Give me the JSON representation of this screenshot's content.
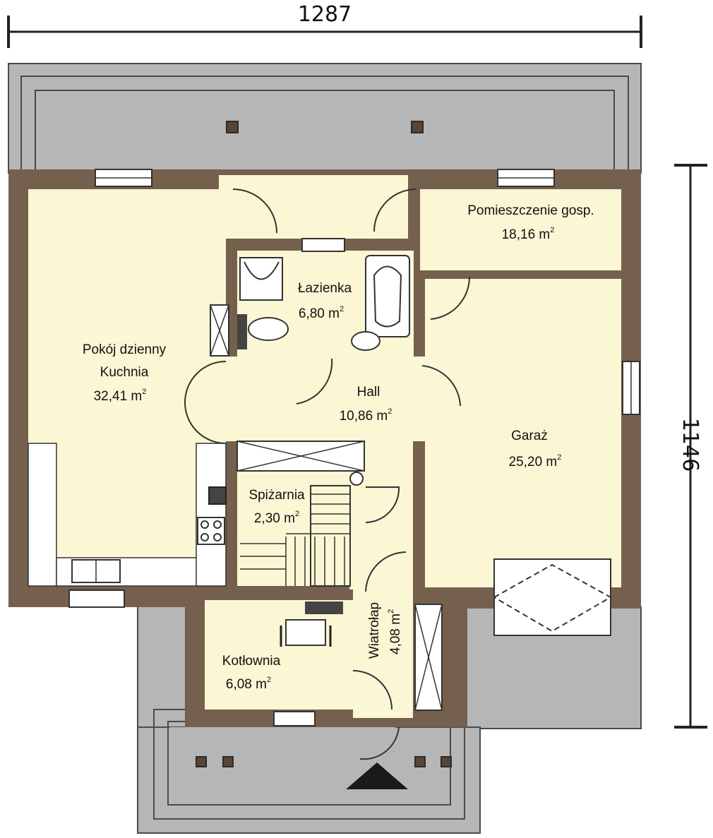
{
  "dimensions": {
    "width_label": "1287",
    "height_label": "1146"
  },
  "rooms": {
    "living": {
      "name1": "Pokój dzienny",
      "name2": "Kuchnia",
      "area": "32,41 m",
      "sup": "2"
    },
    "bath": {
      "name": "Łazienka",
      "area": "6,80 m",
      "sup": "2"
    },
    "utility": {
      "name": "Pomieszczenie gosp.",
      "area": "18,16 m",
      "sup": "2"
    },
    "hall": {
      "name": "Hall",
      "area": "10,86 m",
      "sup": "2"
    },
    "garage": {
      "name": "Garaż",
      "area": "25,20 m",
      "sup": "2"
    },
    "pantry": {
      "name": "Spiżarnia",
      "area": "2,30 m",
      "sup": "2"
    },
    "boiler": {
      "name": "Kotłownia",
      "area": "6,08 m",
      "sup": "2"
    },
    "vestibule": {
      "name": "Wiatrołap",
      "area": "4,08 m",
      "sup": "2"
    }
  },
  "colors": {
    "wall": "#75604e",
    "floor": "#fbf6d4",
    "roof": "#b7b6b6"
  }
}
